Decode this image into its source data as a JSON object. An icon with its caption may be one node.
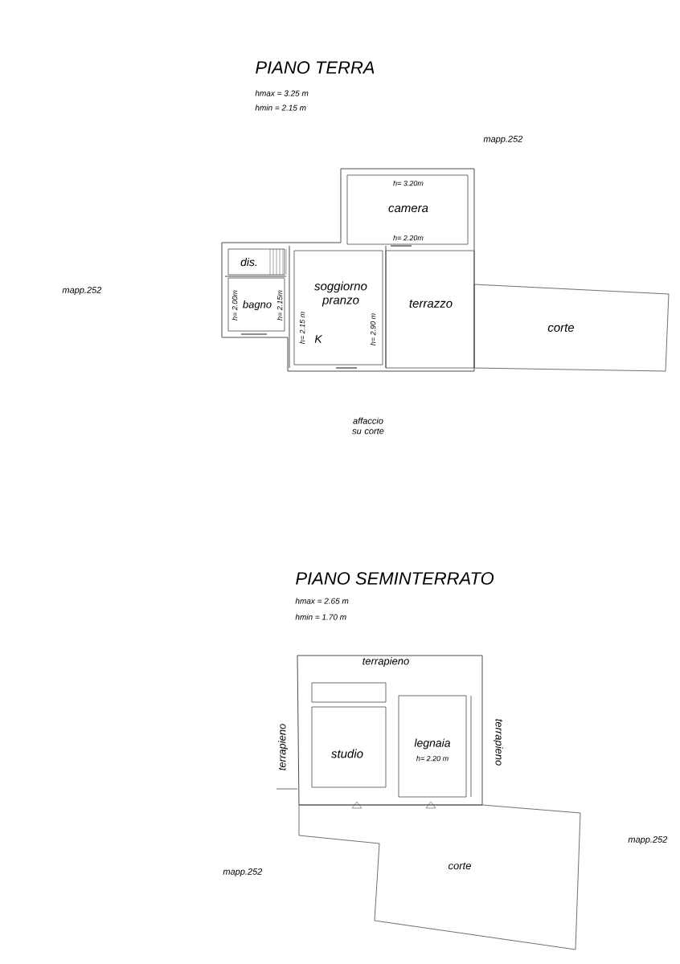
{
  "diagram": {
    "nodes": [
      {
        "text": [
          "h= 3.20m",
          "camera",
          "h= 2.20m"
        ]
      },
      {
        "text": [
          "dis."
        ]
      },
      {
        "text": [
          "bagno",
          "h= 2.00m",
          "h= 2.15m"
        ]
      },
      {
        "text": [
          "soggiorno pranzo",
          "K",
          "h= 2.15 m",
          "h= 2.90 m"
        ]
      },
      {
        "text": [
          "terrazzo"
        ]
      },
      {
        "text": [
          "corte"
        ]
      },
      {
        "text": [
          "studio"
        ]
      },
      {
        "text": [
          "legnaia",
          "h= 2.20 m"
        ]
      },
      {
        "text": [
          "corte"
        ]
      }
    ],
    "labels": [
      "PIANO TERRA",
      "hmax = 3.25 m",
      "hmin = 2.15 m",
      "mapp.252",
      "mapp.252",
      "affaccio su corte",
      "PIANO SEMINTERRATO",
      "hmax = 2.65 m",
      "hmin = 1.70 m",
      "terrapieno",
      "terrapieno",
      "terrapieno",
      "mapp.252",
      "mapp.252"
    ]
  }
}
